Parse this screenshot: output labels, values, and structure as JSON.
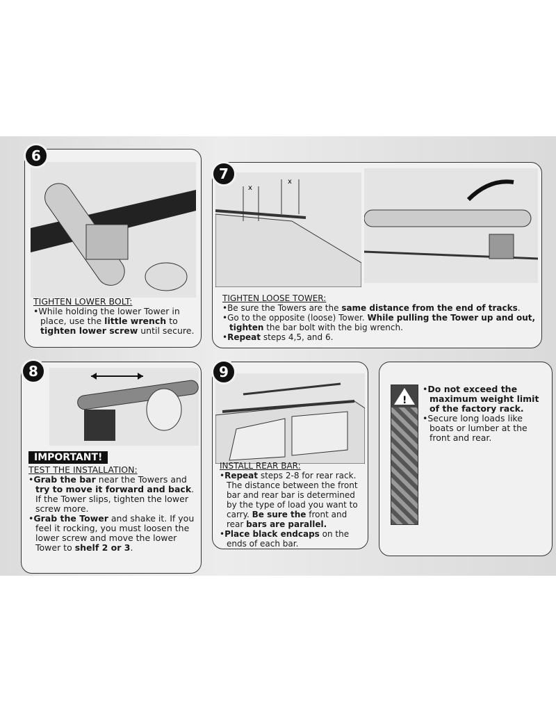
{
  "steps": [
    {
      "num": "6",
      "heading": "TIGHTEN LOWER BOLT:",
      "bullets": [
        [
          {
            "t": "While holding the lower Tower in place, use the "
          },
          {
            "t": "little wrench",
            "b": true
          },
          {
            "t": " to "
          },
          {
            "t": "tighten lower screw",
            "b": true
          },
          {
            "t": " until secure."
          }
        ]
      ]
    },
    {
      "num": "7",
      "heading": "TIGHTEN LOOSE TOWER:",
      "diagram_label": "x",
      "bullets": [
        [
          {
            "t": "Be sure the Towers are the "
          },
          {
            "t": "same distance from the end of tracks",
            "b": true
          },
          {
            "t": "."
          }
        ],
        [
          {
            "t": "Go to the opposite (loose) Tower. "
          },
          {
            "t": "While pulling the Tower up and out, tighten",
            "b": true
          },
          {
            "t": " the bar bolt with the big wrench."
          }
        ],
        [
          {
            "t": "Repeat",
            "b": true
          },
          {
            "t": " steps 4,5, and 6."
          }
        ]
      ]
    },
    {
      "num": "8",
      "badge": "IMPORTANT!",
      "heading": "TEST THE INSTALLATION:",
      "bullets": [
        [
          {
            "t": "Grab the bar",
            "b": true
          },
          {
            "t": " near the Towers and "
          },
          {
            "t": "try to move it forward and back",
            "b": true
          },
          {
            "t": ". If the Tower slips, tighten the lower screw more."
          }
        ],
        [
          {
            "t": "Grab the Tower",
            "b": true
          },
          {
            "t": " and shake it. If you feel it rocking, you must loosen the lower screw and move the lower Tower to "
          },
          {
            "t": "shelf 2 or 3",
            "b": true
          },
          {
            "t": "."
          }
        ]
      ]
    },
    {
      "num": "9",
      "heading": "INSTALL REAR BAR:",
      "bullets": [
        [
          {
            "t": "Repeat",
            "b": true
          },
          {
            "t": " steps 2-8 for rear rack. The distance between the front bar and rear bar is determined by the type of load you want to carry. "
          },
          {
            "t": "Be sure the",
            "b": true
          },
          {
            "t": " front and rear "
          },
          {
            "t": "bars are parallel.",
            "b": true
          }
        ],
        [
          {
            "t": "Place black endcaps",
            "b": true
          },
          {
            "t": " on the ends of each bar."
          }
        ]
      ]
    }
  ],
  "warning": {
    "icon": "warning-triangle-icon",
    "bullets": [
      [
        {
          "t": "Do not exceed the maximum weight limit of the factory rack.",
          "b": true
        }
      ],
      [
        {
          "t": "Secure long loads like boats or lumber at the front and rear."
        }
      ]
    ]
  }
}
